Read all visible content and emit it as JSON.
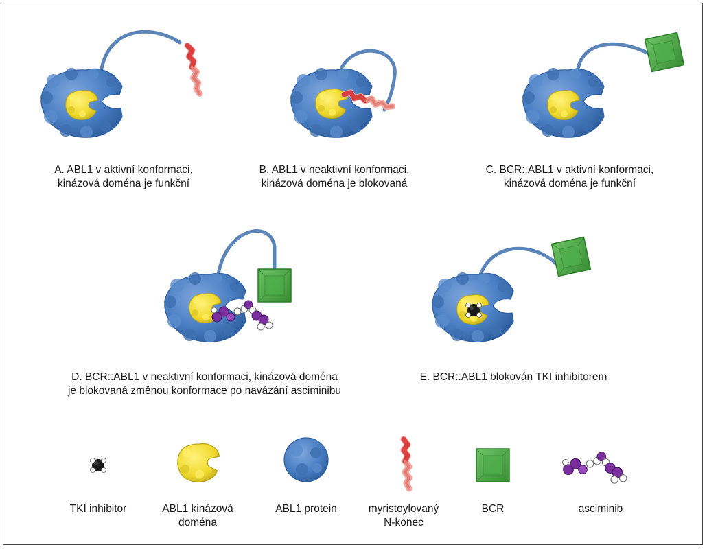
{
  "panels": [
    {
      "id": "A",
      "caption_line1": "A. ABL1 v aktivní konformaci,",
      "caption_line2": "kinázová doména je funkční"
    },
    {
      "id": "B",
      "caption_line1": "B. ABL1 v neaktivní konformaci,",
      "caption_line2": "kinázová doména je blokovaná"
    },
    {
      "id": "C",
      "caption_line1": "C. BCR::ABL1 v aktivní konformaci,",
      "caption_line2": "kinázová doména je funkční"
    },
    {
      "id": "D",
      "caption_line1": "D. BCR::ABL1 v neaktivní konformaci, kinázová doména",
      "caption_line2": "je blokovaná změnou konformace po navázání asciminibu"
    },
    {
      "id": "E",
      "caption_line1": "E. BCR::ABL1 blokován TKI inhibitorem"
    }
  ],
  "legend": [
    {
      "label": "TKI inhibitor"
    },
    {
      "label_line1": "ABL1 kinázová",
      "label_line2": "doména"
    },
    {
      "label": "ABL1 protein"
    },
    {
      "label_line1": "myristoylovaný",
      "label_line2": "N-konec"
    },
    {
      "label": "BCR"
    },
    {
      "label": "asciminib"
    }
  ],
  "colors": {
    "protein_blue": "#4a7fc4",
    "protein_blue_dark": "#2f5f9e",
    "kinase_yellow": "#f3e03a",
    "kinase_yellow_dark": "#c9b41e",
    "myristoyl_red": "#d94040",
    "myristoyl_pink": "#f0a6a0",
    "bcr_green": "#4fae4a",
    "bcr_green_dark": "#2e7d2b",
    "asciminib_purple": "#7b2f9e",
    "tki_black": "#1a1a1a",
    "linker_blue": "#5b84b8"
  }
}
